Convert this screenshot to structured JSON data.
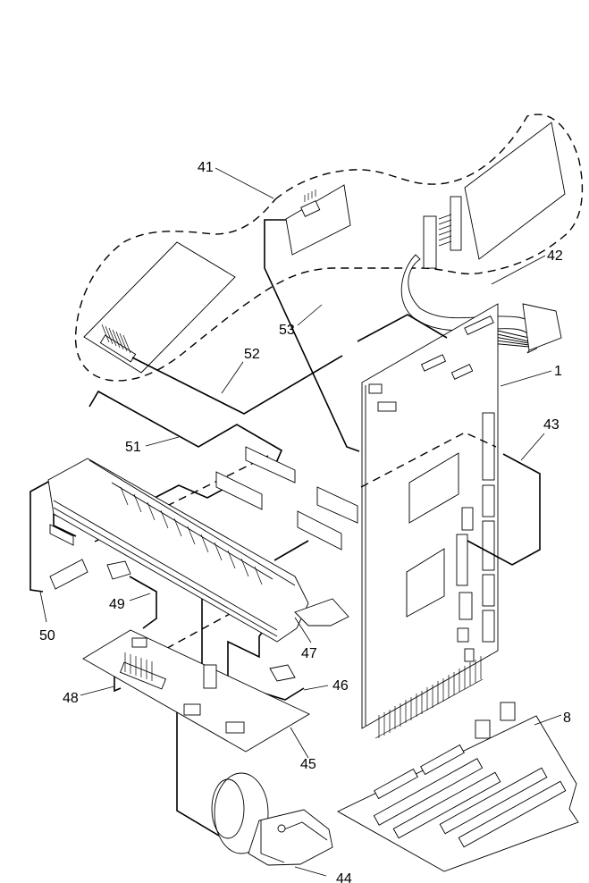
{
  "diagram": {
    "type": "exploded-parts-view",
    "background": "#ffffff",
    "line_color": "#000000",
    "callouts": [
      {
        "id": "41",
        "text": "41",
        "part": "cable-assembly-group-outline"
      },
      {
        "id": "42",
        "text": "42",
        "part": "ribbon-cable"
      },
      {
        "id": "1",
        "text": "1",
        "part": "adapter-card"
      },
      {
        "id": "43",
        "text": "43",
        "part": "card-cable"
      },
      {
        "id": "53",
        "text": "53",
        "part": "cable-53"
      },
      {
        "id": "52",
        "text": "52",
        "part": "cable-52"
      },
      {
        "id": "51",
        "text": "51",
        "part": "cable-51"
      },
      {
        "id": "50",
        "text": "50",
        "part": "cable-50"
      },
      {
        "id": "49",
        "text": "49",
        "part": "sensor-49"
      },
      {
        "id": "47",
        "text": "47",
        "part": "feed-assembly-cable"
      },
      {
        "id": "48",
        "text": "48",
        "part": "cable-48"
      },
      {
        "id": "46",
        "text": "46",
        "part": "sensor-46"
      },
      {
        "id": "45",
        "text": "45",
        "part": "control-board"
      },
      {
        "id": "44",
        "text": "44",
        "part": "motor"
      },
      {
        "id": "8",
        "text": "8",
        "part": "system-board"
      }
    ]
  }
}
